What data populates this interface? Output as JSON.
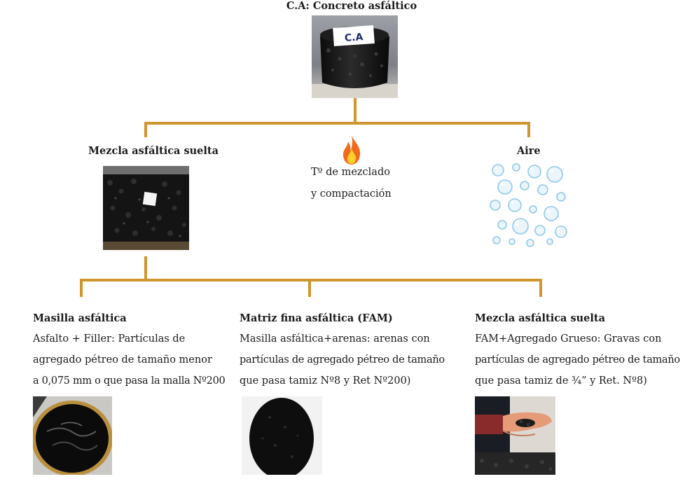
{
  "root": {
    "title": "C.A: Concreto asfáltico",
    "photo_label": "C.A"
  },
  "level2": {
    "mix": {
      "title": "Mezcla asfáltica suelta"
    },
    "temperature": {
      "line1": "Tº de mezclado",
      "line2": "y compactación"
    },
    "air": {
      "title": "Aire"
    }
  },
  "level3": [
    {
      "title": "Masilla asfáltica",
      "lines": [
        "Asfalto + Filler: Partículas de",
        "agregado pétreo de tamaño menor",
        "a 0,075 mm o que pasa la malla Nº200"
      ]
    },
    {
      "title": "Matriz fina asfáltica (FAM)",
      "lines": [
        "Masilla asfáltica+arenas: arenas con",
        "partículas de agregado pétreo de tamaño",
        "que pasa tamiz Nº8 y Ret Nº200)"
      ]
    },
    {
      "title": "Mezcla asfáltica suelta",
      "lines": [
        "FAM+Agregado Grueso: Gravas con",
        "partículas de agregado pétreo de tamaño",
        "que pasa tamiz de ¾” y Ret. Nº8)"
      ]
    }
  ],
  "colors": {
    "connector": "#cf962f",
    "flame_outer": "#f26a1b",
    "flame_inner": "#ffd02a",
    "bubble": "#8ec8ea"
  },
  "icons": [
    "flame-icon",
    "bubbles-icon"
  ]
}
